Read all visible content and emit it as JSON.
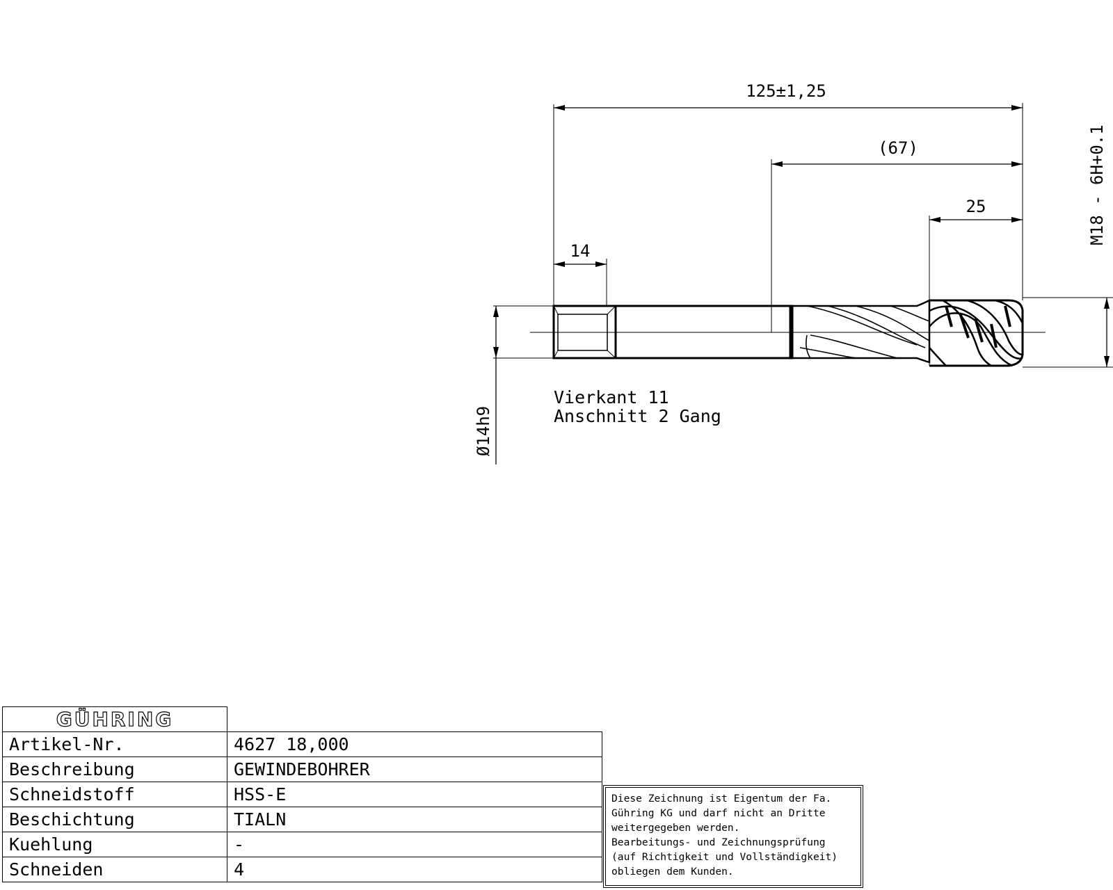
{
  "dimensions": {
    "overall_length": "125±1,25",
    "shank_to_tip": "(67)",
    "thread_length": "25",
    "square_length": "14",
    "shank_diameter": "Ø14h9",
    "thread_spec": "M18 - 6H+0.1"
  },
  "notes": {
    "square": "Vierkant 11",
    "chamfer": "Anschnitt 2 Gang"
  },
  "title_block": {
    "logo": "GÜHRING",
    "rows": [
      {
        "label": "Artikel-Nr.",
        "value": "4627 18,000"
      },
      {
        "label": "Beschreibung",
        "value": "GEWINDEBOHRER"
      },
      {
        "label": "Schneidstoff",
        "value": "HSS-E"
      },
      {
        "label": "Beschichtung",
        "value": "TIALN"
      },
      {
        "label": "Kuehlung",
        "value": "-"
      },
      {
        "label": "Schneiden",
        "value": "4"
      }
    ]
  },
  "disclaimer": {
    "lines": [
      "Diese Zeichnung ist Eigentum der Fa.",
      "Gühring KG und darf nicht an Dritte",
      "weitergegeben werden.",
      "Bearbeitungs- und Zeichnungsprüfung",
      "(auf Richtigkeit und Vollständigkeit)",
      "obliegen dem Kunden."
    ]
  }
}
